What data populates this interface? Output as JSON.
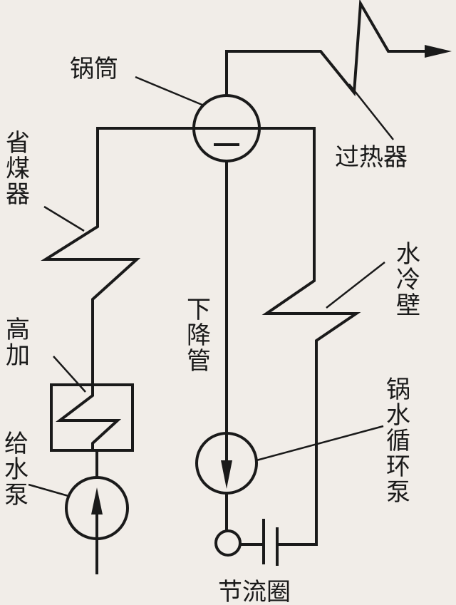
{
  "diagram": {
    "labels": {
      "drum": "锅筒",
      "superheater": "过热器",
      "economizer": "省煤器",
      "water_wall": "水冷壁",
      "downcomer": "下降管",
      "hp_heater": "高加",
      "boiler_circulation_pump": "锅水循环泵",
      "feed_pump": "给水泵",
      "throttle_ring": "节流圈"
    }
  }
}
